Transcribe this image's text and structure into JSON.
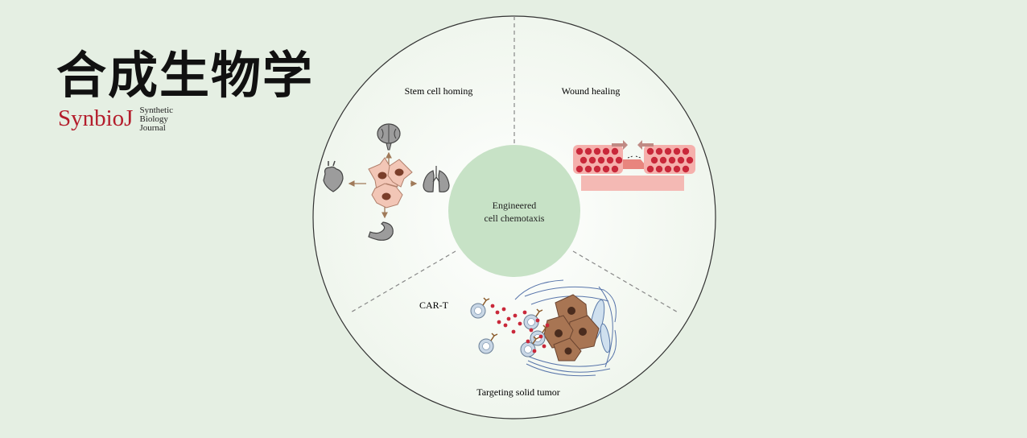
{
  "logo": {
    "chinese": "合成生物学",
    "name": "SynbioJ",
    "sub": [
      "Synthetic",
      "Biology",
      "Journal"
    ],
    "brand_color": "#b41d2c"
  },
  "diagram": {
    "center_label_lines": [
      "Engineered",
      "cell chemotaxis"
    ],
    "sections": {
      "stem": "Stem cell homing",
      "wound": "Wound healing",
      "tumor": "Targeting solid tumor"
    },
    "car_t_label": "CAR-T",
    "colors": {
      "center_circle": "#c7e2c6",
      "outer_ring": "#333333",
      "divider": "#888888",
      "cell_red": "#c9283a",
      "stem_cell": "#f2c6b6",
      "nucleus": "#7a3e2a",
      "tumor_cell": "#9b6a4a",
      "tcell": "#c9d7e6",
      "fibre": "#3e5f9e"
    }
  }
}
